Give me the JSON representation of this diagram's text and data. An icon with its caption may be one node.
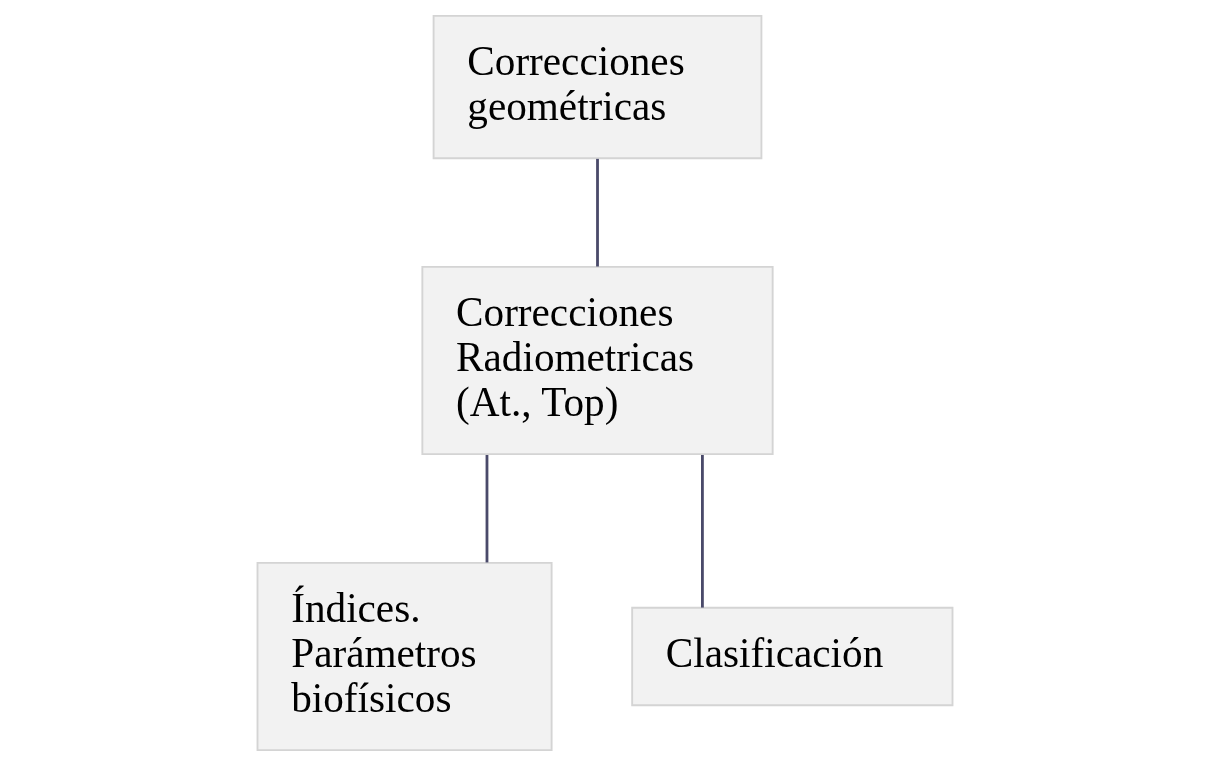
{
  "diagram": {
    "nodes": [
      {
        "text": [
          "Correcciones geométricas"
        ]
      },
      {
        "text": [
          "Correcciones Radiometricas (At., Top)"
        ]
      },
      {
        "text": [
          "Índices. Parámetros biofísicos"
        ]
      },
      {
        "text": [
          "Clasificación"
        ]
      }
    ],
    "edges": [
      {
        "from": 0,
        "to": 1,
        "arrow": "none"
      },
      {
        "from": 1,
        "to": 2,
        "arrow": "none"
      },
      {
        "from": 1,
        "to": 3,
        "arrow": "none"
      }
    ]
  }
}
